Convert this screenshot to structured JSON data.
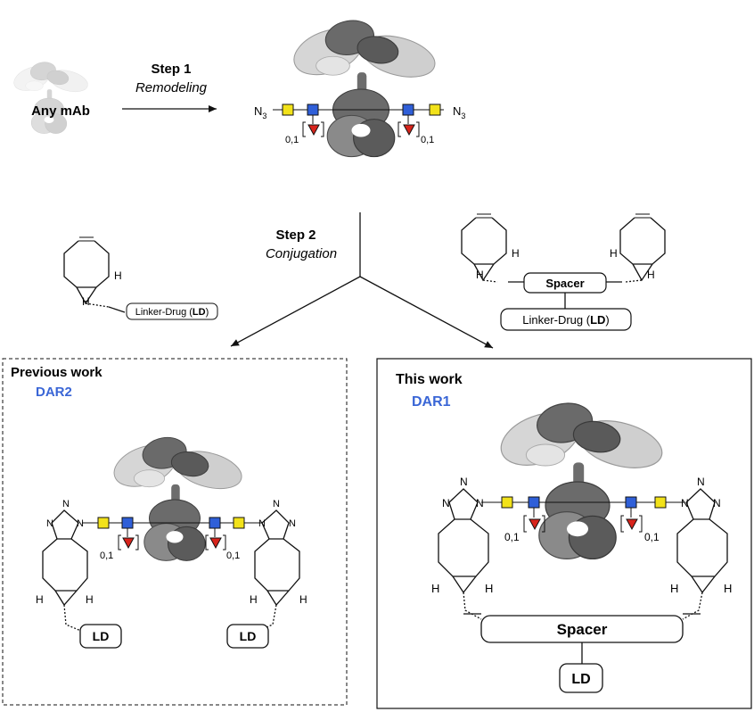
{
  "scheme": {
    "start_label": "Any mAb",
    "step1": {
      "title": "Step 1",
      "subtitle": "Remodeling"
    },
    "step2": {
      "title": "Step 2",
      "subtitle": "Conjugation"
    },
    "azide_label": "N",
    "azide_subscript": "3",
    "repeat_label": "0,1",
    "h_label": "H",
    "n_label": "N",
    "reagent_left_label": "Linker-Drug (",
    "reagent_left_ld": "LD",
    "reagent_left_close": ")",
    "reagent_right_spacer": "Spacer",
    "reagent_right_linker": "Linker-Drug (",
    "reagent_right_ld": "LD",
    "reagent_right_close": ")"
  },
  "previous_work": {
    "title": "Previous work",
    "dar": "DAR2",
    "ld_label": "LD"
  },
  "this_work": {
    "title": "This work",
    "dar": "DAR1",
    "spacer_label": "Spacer",
    "ld_label": "LD"
  },
  "colors": {
    "dar_blue": "#3a66d6",
    "galactose_yellow": "#f2e21a",
    "glcnac_blue": "#2f5fd8",
    "fucose_red": "#d8241c",
    "antibody_light": "#d2d2d2",
    "antibody_dark": "#555555",
    "faded_antibody": "#e6e6e6"
  }
}
